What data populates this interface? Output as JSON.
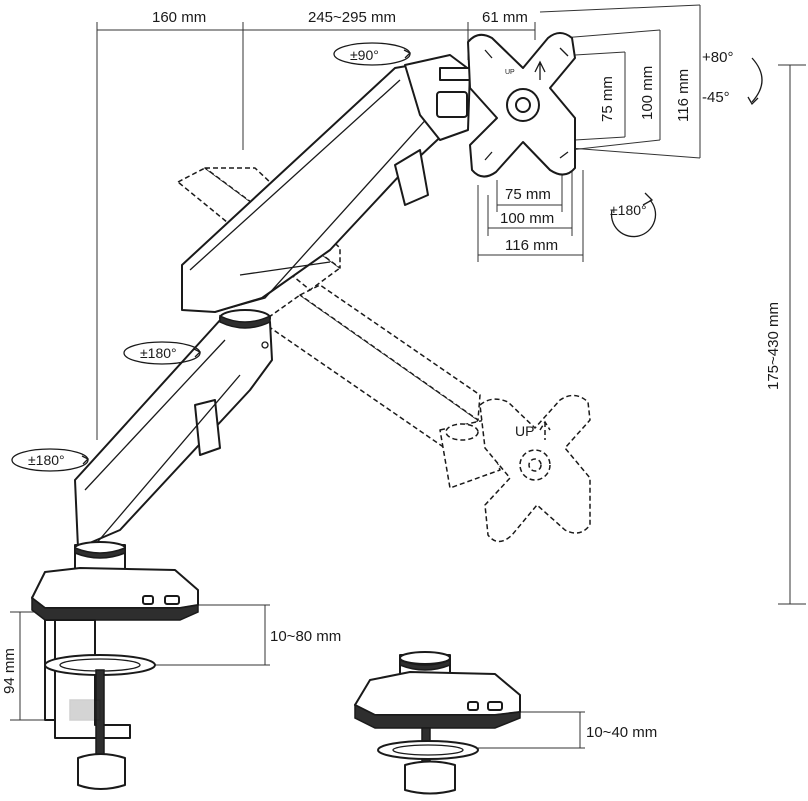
{
  "labels": {
    "arm_depth": "160 mm",
    "arm_extension": "245~295 mm",
    "plate_offset": "61 mm",
    "rot_plate_top": "±90°",
    "tilt_up": "+80°",
    "tilt_down": "-45°",
    "vesa_v75": "75 mm",
    "vesa_v100": "100 mm",
    "vesa_v116": "116 mm",
    "vesa_h75": "75 mm",
    "vesa_h100": "100 mm",
    "vesa_h116": "116 mm",
    "rot_plate": "±180°",
    "height_range": "175~430 mm",
    "rot_arm": "±180°",
    "rot_base": "±180°",
    "clamp_range": "10~80 mm",
    "clamp_height": "94 mm",
    "grommet_range": "10~40 mm"
  },
  "plate_marks": {
    "up_text": "UP"
  }
}
